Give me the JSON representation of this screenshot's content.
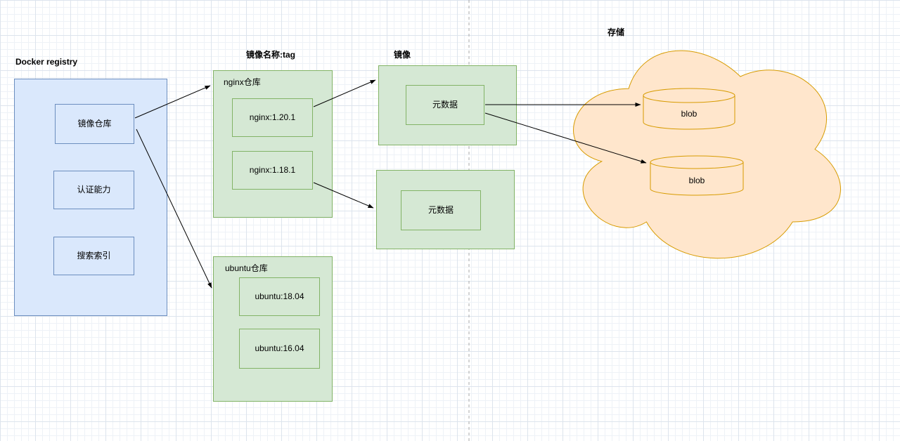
{
  "registry": {
    "title": "Docker registry",
    "boxes": [
      {
        "label": "镜像仓库"
      },
      {
        "label": "认证能力"
      },
      {
        "label": "搜索索引"
      }
    ]
  },
  "repos": {
    "section_title": "镜像名称:tag",
    "nginx": {
      "label": "nginx仓库",
      "tags": [
        {
          "label": "nginx:1.20.1"
        },
        {
          "label": "nginx:1.18.1"
        }
      ]
    },
    "ubuntu": {
      "label": "ubuntu仓库",
      "tags": [
        {
          "label": "ubuntu:18.04"
        },
        {
          "label": "ubuntu:16.04"
        }
      ]
    }
  },
  "images": {
    "section_title": "镜像",
    "groups": [
      {
        "metadata_label": "元数据"
      },
      {
        "metadata_label": "元数据"
      }
    ]
  },
  "storage": {
    "section_title": "存储",
    "blobs": [
      {
        "label": "blob"
      },
      {
        "label": "blob"
      }
    ]
  },
  "colors": {
    "blue_fill": "#dae8fc",
    "blue_stroke": "#6c8ebf",
    "green_fill": "#d5e8d4",
    "green_stroke": "#82b366",
    "orange_fill": "#ffe6cc",
    "orange_stroke": "#d79b00",
    "arrow": "#000000"
  }
}
